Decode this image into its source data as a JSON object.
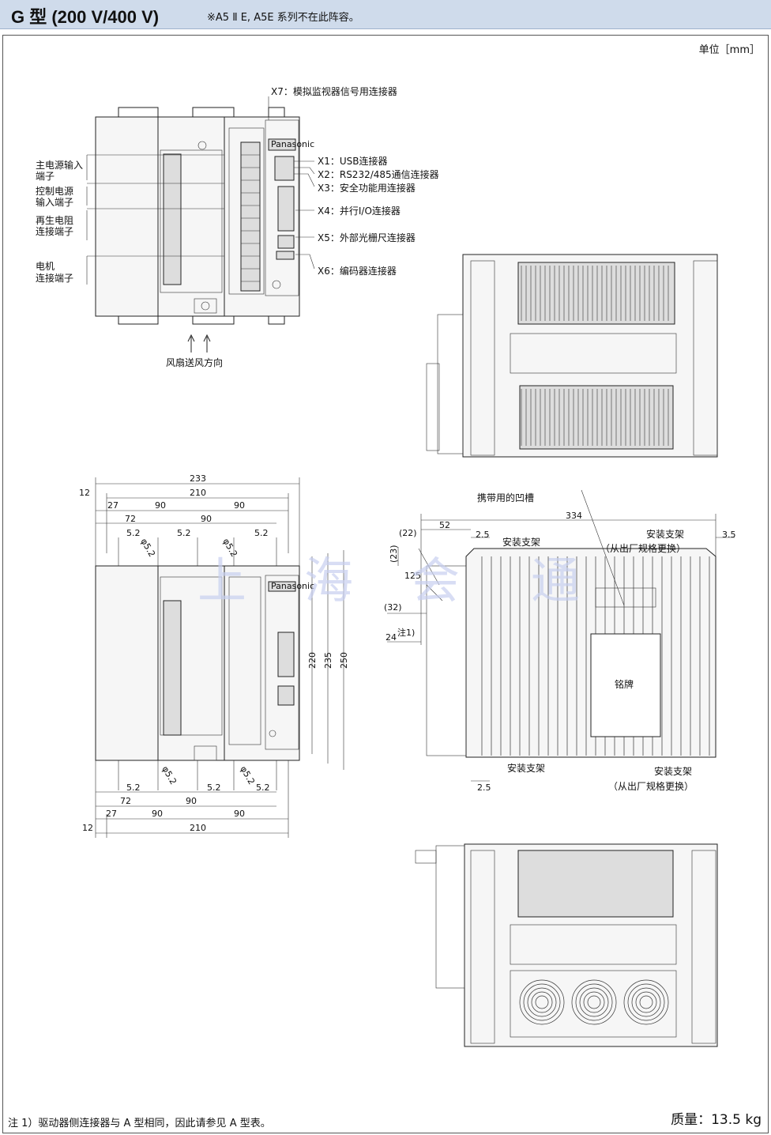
{
  "header": {
    "title": "G 型 (200 V/400 V)",
    "note": "※A5 Ⅱ E, A5E 系列不在此阵容。"
  },
  "unit_label": "单位［mm］",
  "front_view": {
    "x7": "X7：模拟监视器信号用连接器",
    "x1": "X1：USB连接器",
    "x2": "X2：RS232/485通信连接器",
    "x3": "X3：安全功能用连接器",
    "x4": "X4：并行I/O连接器",
    "x5": "X5：外部光栅尺连接器",
    "x6": "X6：编码器连接器",
    "main_power_1": "主电源输入",
    "main_power_2": "端子",
    "control_power_1": "控制电源",
    "control_power_2": "输入端子",
    "regen_1": "再生电阻",
    "regen_2": "连接端子",
    "motor_1": "电机",
    "motor_2": "连接端子",
    "airflow": "风扇送风方向",
    "brand": "Panasonic"
  },
  "dim_front": {
    "w233": "233",
    "w210": "210",
    "w12": "12",
    "w27": "27",
    "w90": "90",
    "w72": "72",
    "w52": "5.2",
    "phi": "φ5.2",
    "h220": "220",
    "h235": "235",
    "h250": "250"
  },
  "dim_side": {
    "groove": "携带用的凹槽",
    "d334": "334",
    "d52": "52",
    "d25": "2.5",
    "d22": "(22)",
    "d23": "(23)",
    "d125": "125",
    "d32": "(32)",
    "d24": "24",
    "note1": "注1)",
    "d35": "3.5",
    "bracket": "安装支架",
    "bracket_swap": "安装支架",
    "swap_note": "（从出厂规格更换）",
    "nameplate": "铭牌"
  },
  "watermark": [
    "上",
    "海",
    "会",
    "通"
  ],
  "footnote": "注 1）驱动器侧连接器与 A 型相同，因此请参见 A 型表。",
  "mass": "质量：13.5 kg"
}
